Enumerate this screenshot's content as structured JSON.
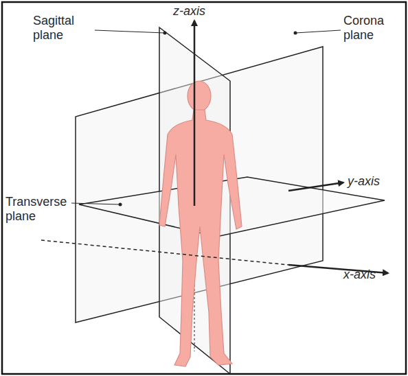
{
  "diagram": {
    "labels": [
      "z-axis",
      "Sagittal plane",
      "Corona plane",
      "Transverse plane",
      "y-axis",
      "x-axis"
    ]
  }
}
